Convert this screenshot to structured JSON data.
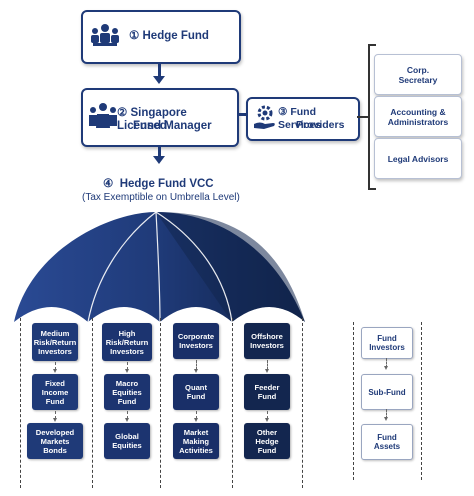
{
  "hedge_fund": {
    "label": "① Hedge Fund"
  },
  "fund_manager": {
    "label_line1": "② Singapore Licensed",
    "label_line2": "Fund Manager"
  },
  "fund_services": {
    "label_line1": "③ Fund Services",
    "label_line2": "Providers"
  },
  "providers": [
    {
      "line1": "Corp.",
      "line2": "Secretary"
    },
    {
      "line1": "Accounting &",
      "line2": "Administrators"
    },
    {
      "line1": "Legal Advisors",
      "line2": ""
    }
  ],
  "vcc": {
    "title": "④  Hedge Fund VCC",
    "subtitle": "(Tax Exemptible on Umbrella Level)"
  },
  "columns": [
    {
      "investor": [
        "Medium",
        "Risk/Return",
        "Investors"
      ],
      "fund": [
        "Fixed",
        "Income",
        "Fund"
      ],
      "asset": [
        "Developed",
        "Markets",
        "Bonds"
      ]
    },
    {
      "investor": [
        "High",
        "Risk/Return",
        "Investors"
      ],
      "fund": [
        "Macro",
        "Equities",
        "Fund"
      ],
      "asset": [
        "Global",
        "Equities"
      ]
    },
    {
      "investor": [
        "Corporate",
        "Investors"
      ],
      "fund": [
        "Quant",
        "Fund"
      ],
      "asset": [
        "Market",
        "Making",
        "Activities"
      ]
    },
    {
      "investor": [
        "Offshore",
        "Investors"
      ],
      "fund": [
        "Feeder",
        "Fund"
      ],
      "asset": [
        "Other",
        "Hedge",
        "Fund"
      ]
    }
  ],
  "legend": [
    {
      "line1": "Fund",
      "line2": "Investors"
    },
    {
      "line1": "Sub-Fund",
      "line2": ""
    },
    {
      "line1": "Fund",
      "line2": "Assets"
    }
  ],
  "colors": {
    "navy": "#1f3a78",
    "umbrella_dark": "#13264f",
    "umbrella_mid": "#1f3a78"
  }
}
